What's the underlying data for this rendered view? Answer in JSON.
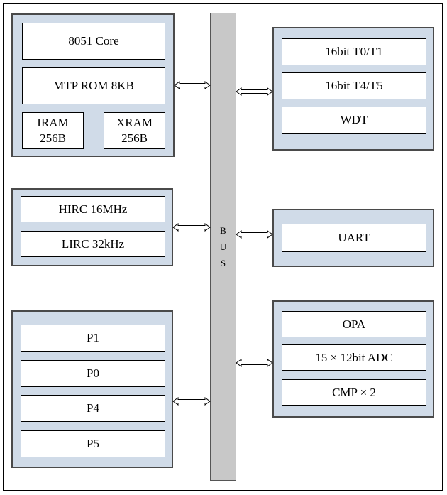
{
  "bus": {
    "letters": [
      "B",
      "U",
      "S"
    ]
  },
  "core_group": {
    "core": "8051 Core",
    "rom": "MTP ROM 8KB",
    "iram": "IRAM\n256B",
    "xram": "XRAM\n256B"
  },
  "clock_group": {
    "hirc": "HIRC 16MHz",
    "lirc": "LIRC 32kHz"
  },
  "io_group": {
    "ports": [
      "P1",
      "P0",
      "P4",
      "P5"
    ]
  },
  "timer_group": {
    "t0t1": "16bit  T0/T1",
    "t4t5": "16bit  T4/T5",
    "wdt": "WDT"
  },
  "uart_group": {
    "uart": "UART"
  },
  "analog_group": {
    "opa": "OPA",
    "adc": "15 × 12bit ADC",
    "cmp": "CMP × 2"
  },
  "colors": {
    "group_fill": "#d0dbe8",
    "bus_fill": "#c8c8c8",
    "block_fill": "#ffffff"
  }
}
